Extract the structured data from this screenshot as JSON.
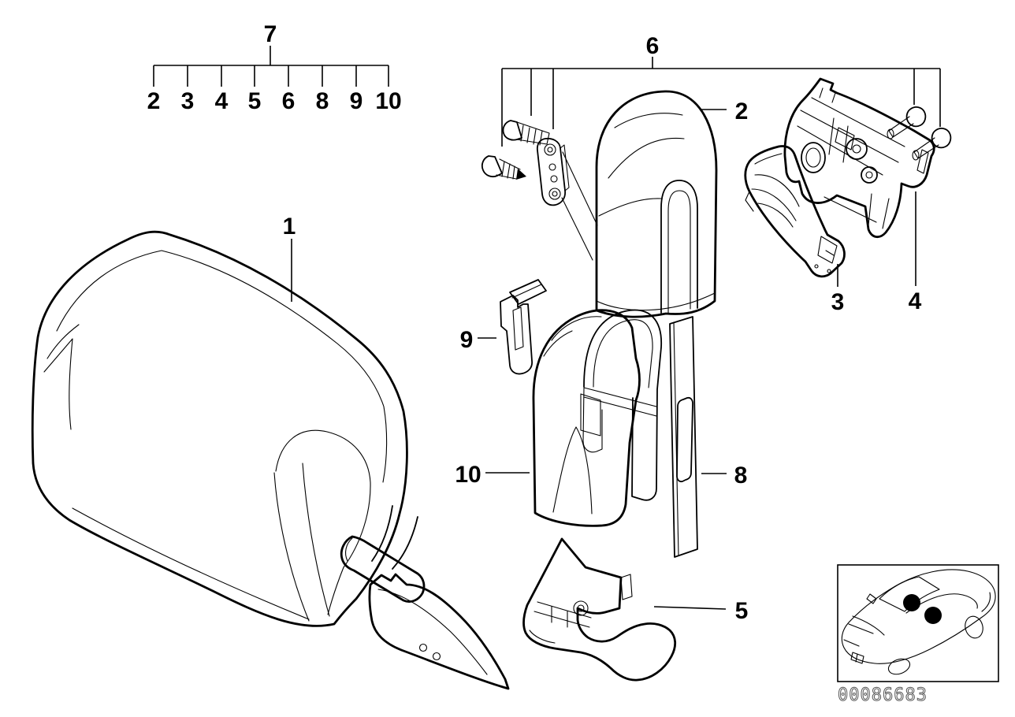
{
  "colors": {
    "background": "#ffffff",
    "line": "#000000",
    "id_text": "#555555"
  },
  "legend": {
    "parent_label": "7",
    "child_labels": [
      "2",
      "3",
      "4",
      "5",
      "6",
      "8",
      "9",
      "10"
    ]
  },
  "callouts": {
    "part1": "1",
    "part2": "2",
    "part3": "3",
    "part4": "4",
    "part5": "5",
    "part6": "6",
    "part8": "8",
    "part9": "9",
    "part10": "10"
  },
  "thumbnail": {
    "diagram_id": "00086683"
  }
}
